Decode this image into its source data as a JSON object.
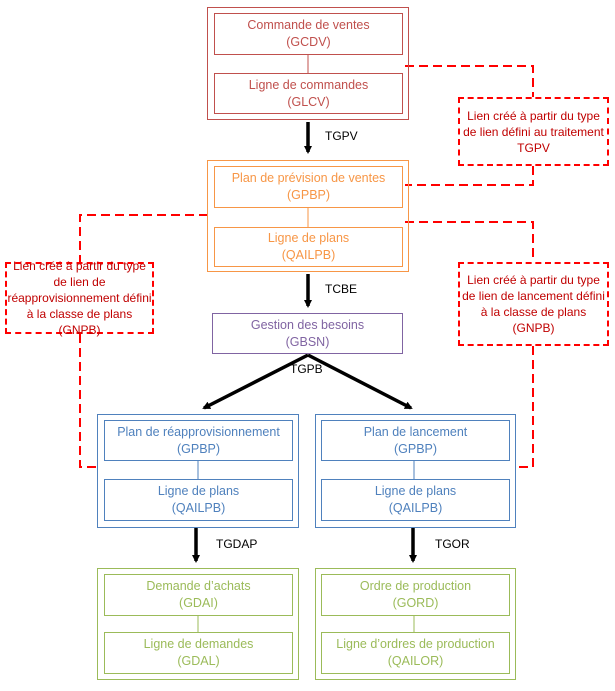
{
  "colors": {
    "sales": "#c0504d",
    "planning": "#f79646",
    "needs": "#8064a2",
    "blue": "#4f81bd",
    "green": "#9bbb59",
    "link_dash": "#ff0000",
    "note_text": "#c00000"
  },
  "groups": {
    "sales": {
      "box1": {
        "title": "Commande de ventes",
        "code": "(GCDV)"
      },
      "box2": {
        "title": "Ligne de commandes",
        "code": "(GLCV)"
      }
    },
    "forecast": {
      "box1": {
        "title": "Plan de prévision de ventes",
        "code": "(GPBP)"
      },
      "box2": {
        "title": "Ligne de plans",
        "code": "(QAILPB)"
      }
    },
    "needs": {
      "title": "Gestion des besoins",
      "code": "(GBSN)"
    },
    "replenishment": {
      "box1": {
        "title": "Plan de réapprovisionnement",
        "code": "(GPBP)"
      },
      "box2": {
        "title": "Ligne de plans",
        "code": "(QAILPB)"
      }
    },
    "launch": {
      "box1": {
        "title": "Plan de lancement",
        "code": "(GPBP)"
      },
      "box2": {
        "title": "Ligne de plans",
        "code": "(QAILPB)"
      }
    },
    "purchase": {
      "box1": {
        "title": "Demande d’achats",
        "code": "(GDAI)"
      },
      "box2": {
        "title": "Ligne de demandes",
        "code": "(GDAL)"
      }
    },
    "production": {
      "box1": {
        "title": "Ordre de production",
        "code": "(GORD)"
      },
      "box2": {
        "title": "Ligne d’ordres de production",
        "code": "(QAILOR)"
      }
    }
  },
  "arrow_labels": {
    "tgpv": "TGPV",
    "tcbe": "TCBE",
    "tgpb": "TGPB",
    "tgdap": "TGDAP",
    "tgor": "TGOR"
  },
  "notes": {
    "tgpv": "Lien créé à partir du type de lien défini au traitement TGPV",
    "gnpb_left": "Lien créé à partir du type de lien de réapprovisionnement défini à la classe de plans (GNPB)",
    "gnpb_right": "Lien créé à partir du type de lien de lancement défini à la classe de plans (GNPB)"
  }
}
